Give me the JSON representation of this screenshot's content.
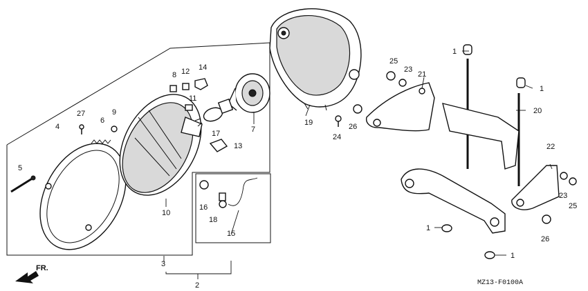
{
  "diagram": {
    "code": "MZ13-F0100A",
    "direction_label": "FR.",
    "callouts": [
      "1",
      "2",
      "3",
      "4",
      "5",
      "6",
      "7",
      "8",
      "9",
      "10",
      "11",
      "12",
      "13",
      "14",
      "15",
      "16",
      "17",
      "18",
      "19",
      "20",
      "21",
      "22",
      "23",
      "24",
      "25",
      "26",
      "27"
    ],
    "parts": {
      "headlight_case": "19",
      "headlight_unit": "10",
      "rim": "4",
      "screw_5": "5",
      "spring_6": "6",
      "nut_9": "9",
      "screw_27": "27",
      "bulb_socket_7": "7",
      "clip_8": "8",
      "clip_12": "12",
      "socket_14": "14",
      "clip_11": "11",
      "bulb_17": "17",
      "clip_13": "13",
      "harness_15": "15",
      "grommet_16": "16",
      "bulb_18": "18",
      "stay_21": "21",
      "stay_20": "20",
      "stay_22": "22",
      "bolt_1": "1",
      "washer_23": "23",
      "bolt_24": "24",
      "bolt_25": "25",
      "bolt_26": "26"
    }
  }
}
